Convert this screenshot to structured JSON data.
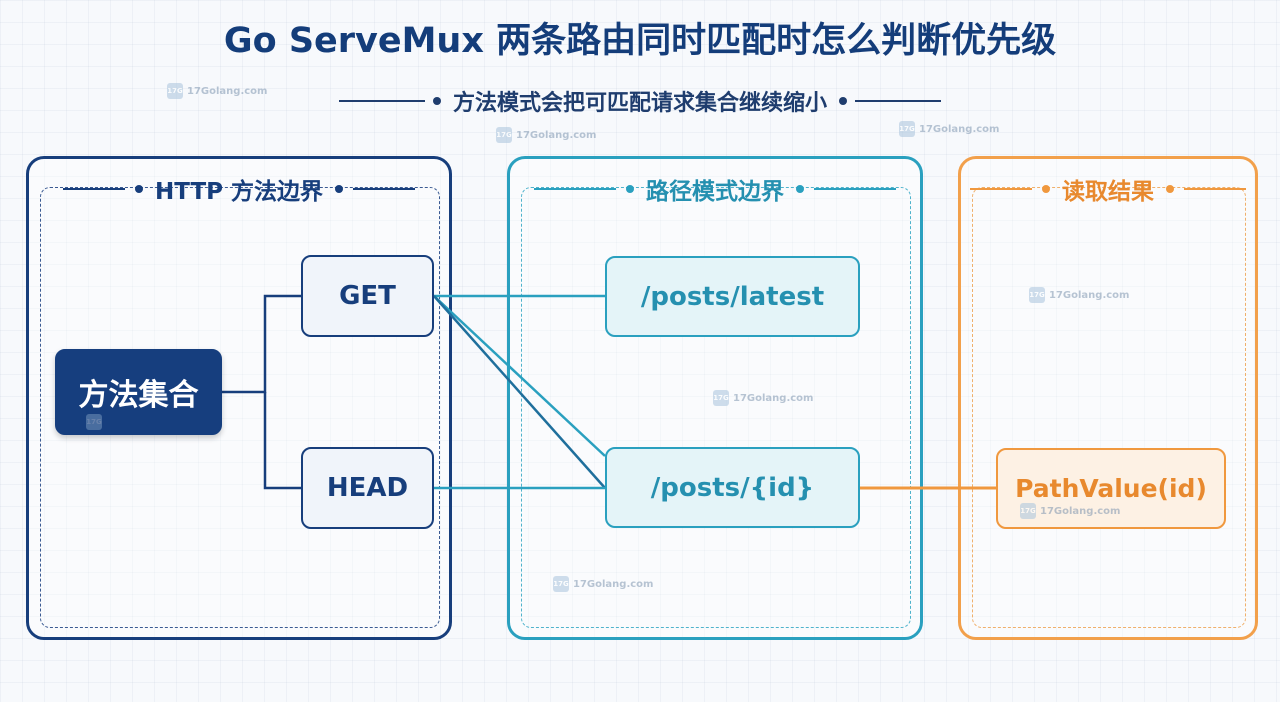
{
  "title": "Go ServeMux 两条路由同时匹配时怎么判断优先级",
  "subtitle": "方法模式会把可匹配请求集合继续缩小",
  "panels": {
    "method": {
      "title": "HTTP 方法边界"
    },
    "path": {
      "title": "路径模式边界"
    },
    "result": {
      "title": "读取结果"
    }
  },
  "nodes": {
    "method_set": "方法集合",
    "get": "GET",
    "head": "HEAD",
    "posts_latest": "/posts/latest",
    "posts_id": "/posts/{id}",
    "path_value": "PathValue(id)"
  },
  "watermark": {
    "text": "17Golang.com",
    "badge": "17G"
  },
  "colors": {
    "navy": "#173e7c",
    "teal": "#2aa0bf",
    "orange": "#f0983e"
  }
}
